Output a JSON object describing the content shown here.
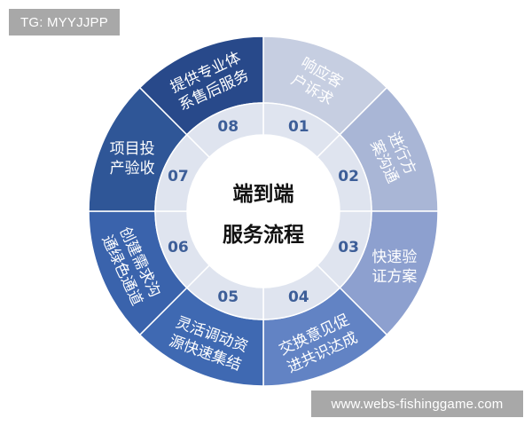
{
  "watermarks": {
    "top": "TG: MYYJJPP",
    "bottom": "www.webs-fishinggame.com"
  },
  "diagram": {
    "title_line1": "端到端",
    "title_line2": "服务流程",
    "colors": {
      "inner_ring": "#dfe4ef",
      "center": "#ffffff",
      "number": "#3d5e98",
      "divider": "#ffffff"
    },
    "segments": [
      {
        "number": "01",
        "line1": "响应客",
        "line2": "户诉求",
        "color": "#c6cee1"
      },
      {
        "number": "02",
        "line1": "进行方",
        "line2": "案沟通",
        "color": "#a9b6d6"
      },
      {
        "number": "03",
        "line1": "快速验",
        "line2": "证方案",
        "color": "#8da0cf"
      },
      {
        "number": "04",
        "line1": "交换意见促",
        "line2": "进共识达成",
        "color": "#6283c4"
      },
      {
        "number": "05",
        "line1": "灵活调动资",
        "line2": "源快速集结",
        "color": "#3f69b2"
      },
      {
        "number": "06",
        "line1": "创建需求沟",
        "line2": "通绿色通道",
        "color": "#3a63ac"
      },
      {
        "number": "07",
        "line1": "项目投",
        "line2": "产验收",
        "color": "#2f5697"
      },
      {
        "number": "08",
        "line1": "提供专业体",
        "line2": "系售后服务",
        "color": "#28498a"
      }
    ]
  }
}
